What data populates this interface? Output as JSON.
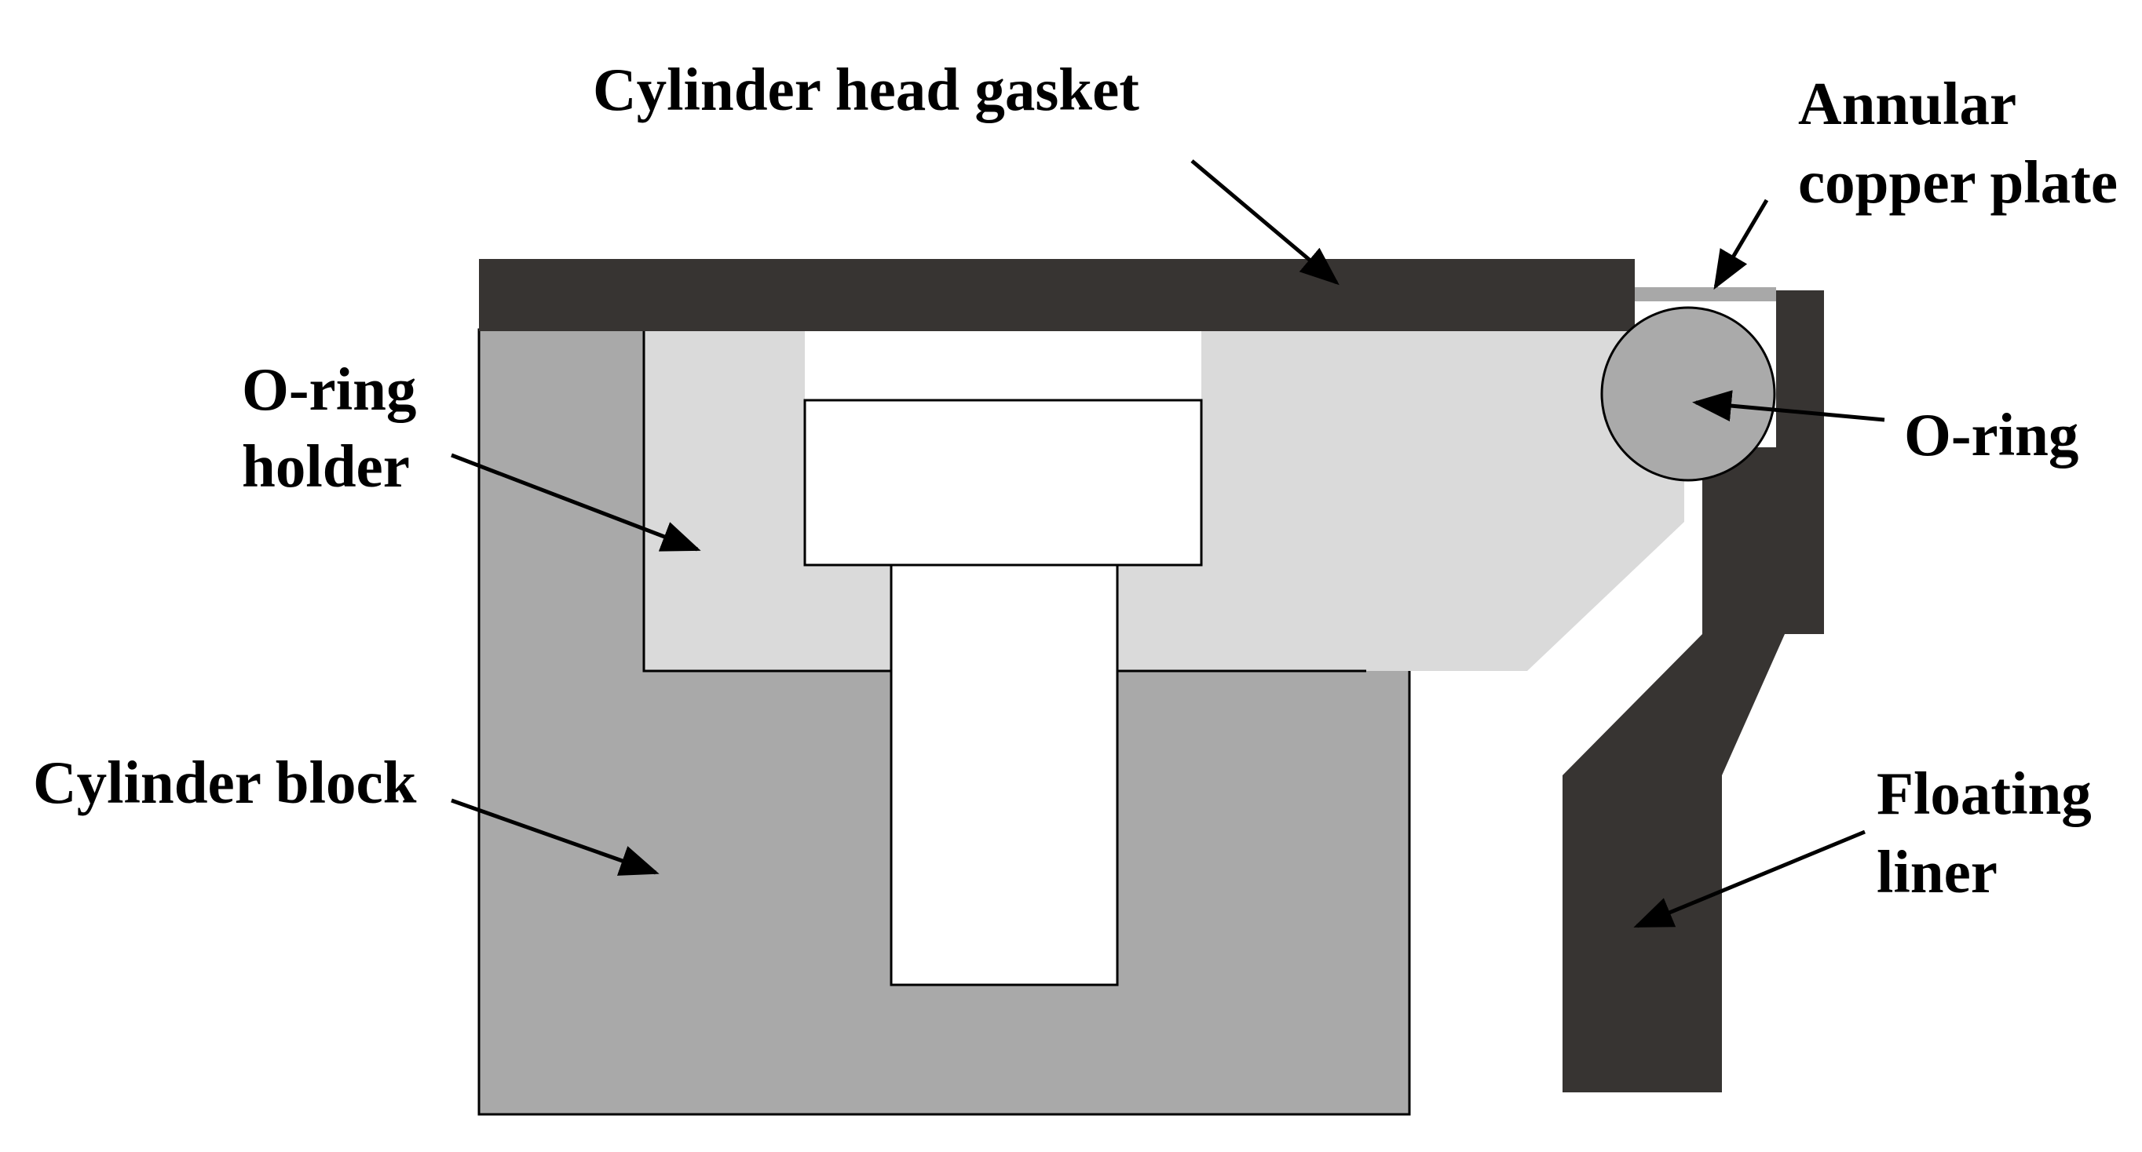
{
  "labels": {
    "cylinder_head_gasket": "Cylinder head gasket",
    "annular_copper_plate": [
      "Annular",
      "copper plate"
    ],
    "o_ring_holder": [
      "O-ring",
      "holder"
    ],
    "o_ring": "O-ring",
    "cylinder_block": "Cylinder block",
    "floating_liner": [
      "Floating",
      "liner"
    ]
  },
  "colors": {
    "gasket": "#373432",
    "cylinder_block": "#a9a9a9",
    "o_ring_holder": "#dadada",
    "o_ring": "#aaaaaa",
    "copper_plate": "#a8a8a8",
    "floating_liner": "#373432",
    "cavity": "#ffffff",
    "outline": "#000000"
  }
}
